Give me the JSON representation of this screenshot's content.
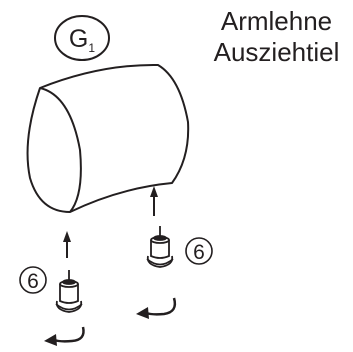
{
  "part_label": {
    "letter": "G",
    "subscript": "1"
  },
  "title": {
    "line1": "Armlehne",
    "line2": "Ausziehtiel"
  },
  "steps": {
    "left_number": "6",
    "right_number": "6"
  },
  "colors": {
    "ink": "#231f20",
    "background": "#ffffff"
  }
}
